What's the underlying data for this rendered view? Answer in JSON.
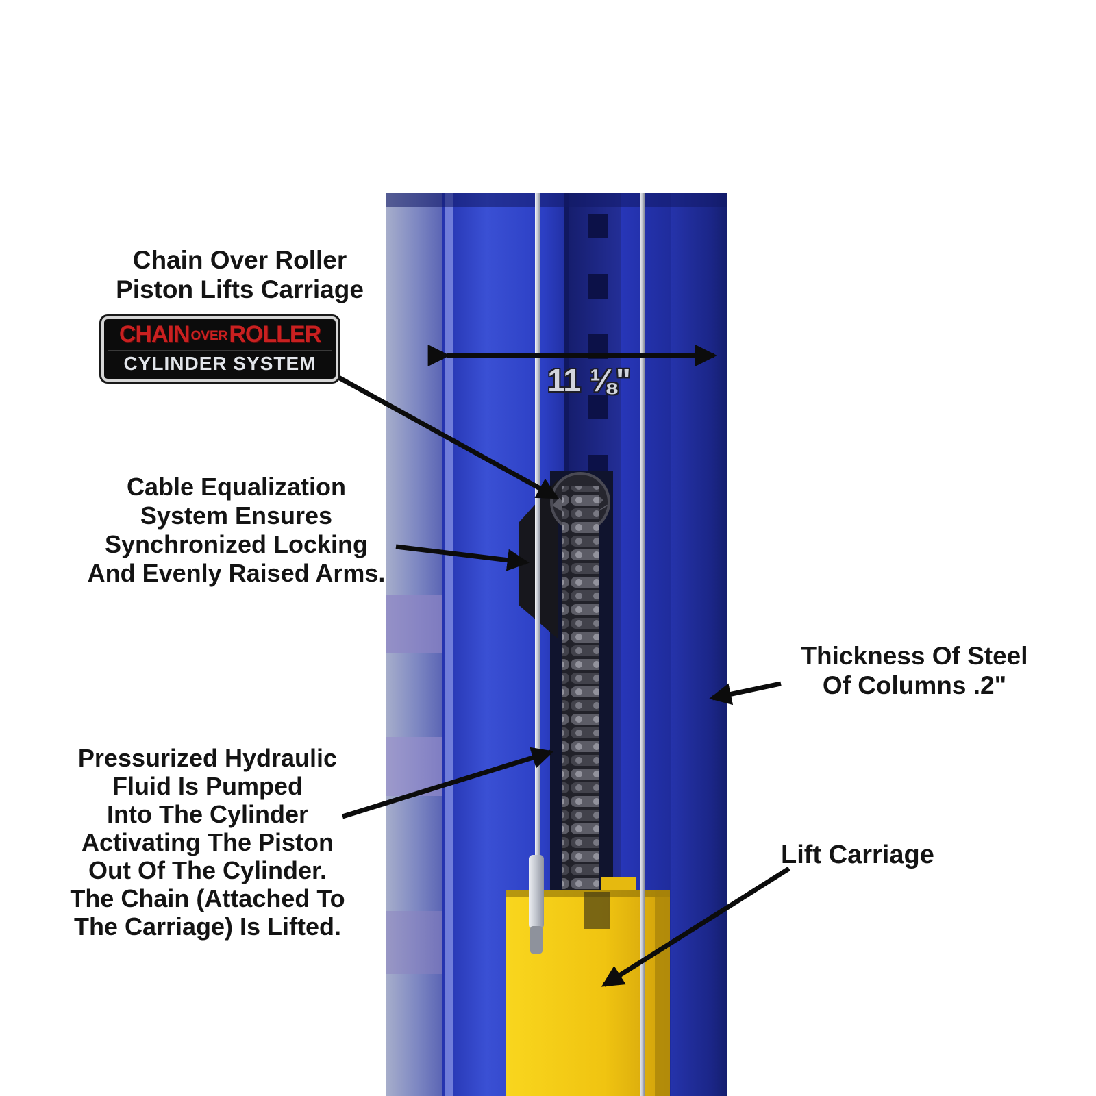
{
  "page": {
    "background": "#ffffff",
    "subject": "two-post-lift-column-cutaway"
  },
  "labels": {
    "chain_over_roller": {
      "line1": "Chain Over Roller",
      "line2": "Piston Lifts Carriage"
    },
    "badge": {
      "word1": "CHAIN",
      "word2": "OVER",
      "word3": "ROLLER",
      "line2": "CYLINDER SYSTEM"
    },
    "cable_equalization": {
      "line1": "Cable Equalization",
      "line2": "System Ensures",
      "line3": "Synchronized Locking",
      "line4": "And Evenly Raised Arms."
    },
    "pressurized": {
      "line1": "Pressurized Hydraulic",
      "line2": "Fluid Is Pumped",
      "line3": "Into The Cylinder",
      "line4": "Activating The Piston",
      "line5": "Out Of The Cylinder.",
      "line6": "The Chain (Attached To",
      "line7": "The Carriage) Is Lifted."
    },
    "thickness": {
      "line1": "Thickness Of Steel",
      "line2": "Of Columns .2\""
    },
    "lift_carriage": {
      "text": "Lift Carriage"
    },
    "measurement": {
      "text": "11 ⅛\""
    }
  },
  "colors": {
    "column_face_blue": "#2e42c8",
    "column_inner_navy": "#1c2580",
    "column_outer_blue": "#202e9e",
    "carriage_yellow": "#f2c713",
    "badge_red": "#c92020",
    "badge_silver": "#e2e5ea",
    "annotation_text": "#141414",
    "cable_silver": "#d9dce3",
    "arrow_black": "#0c0c0c",
    "measurement_text": "#d2d5dd"
  }
}
